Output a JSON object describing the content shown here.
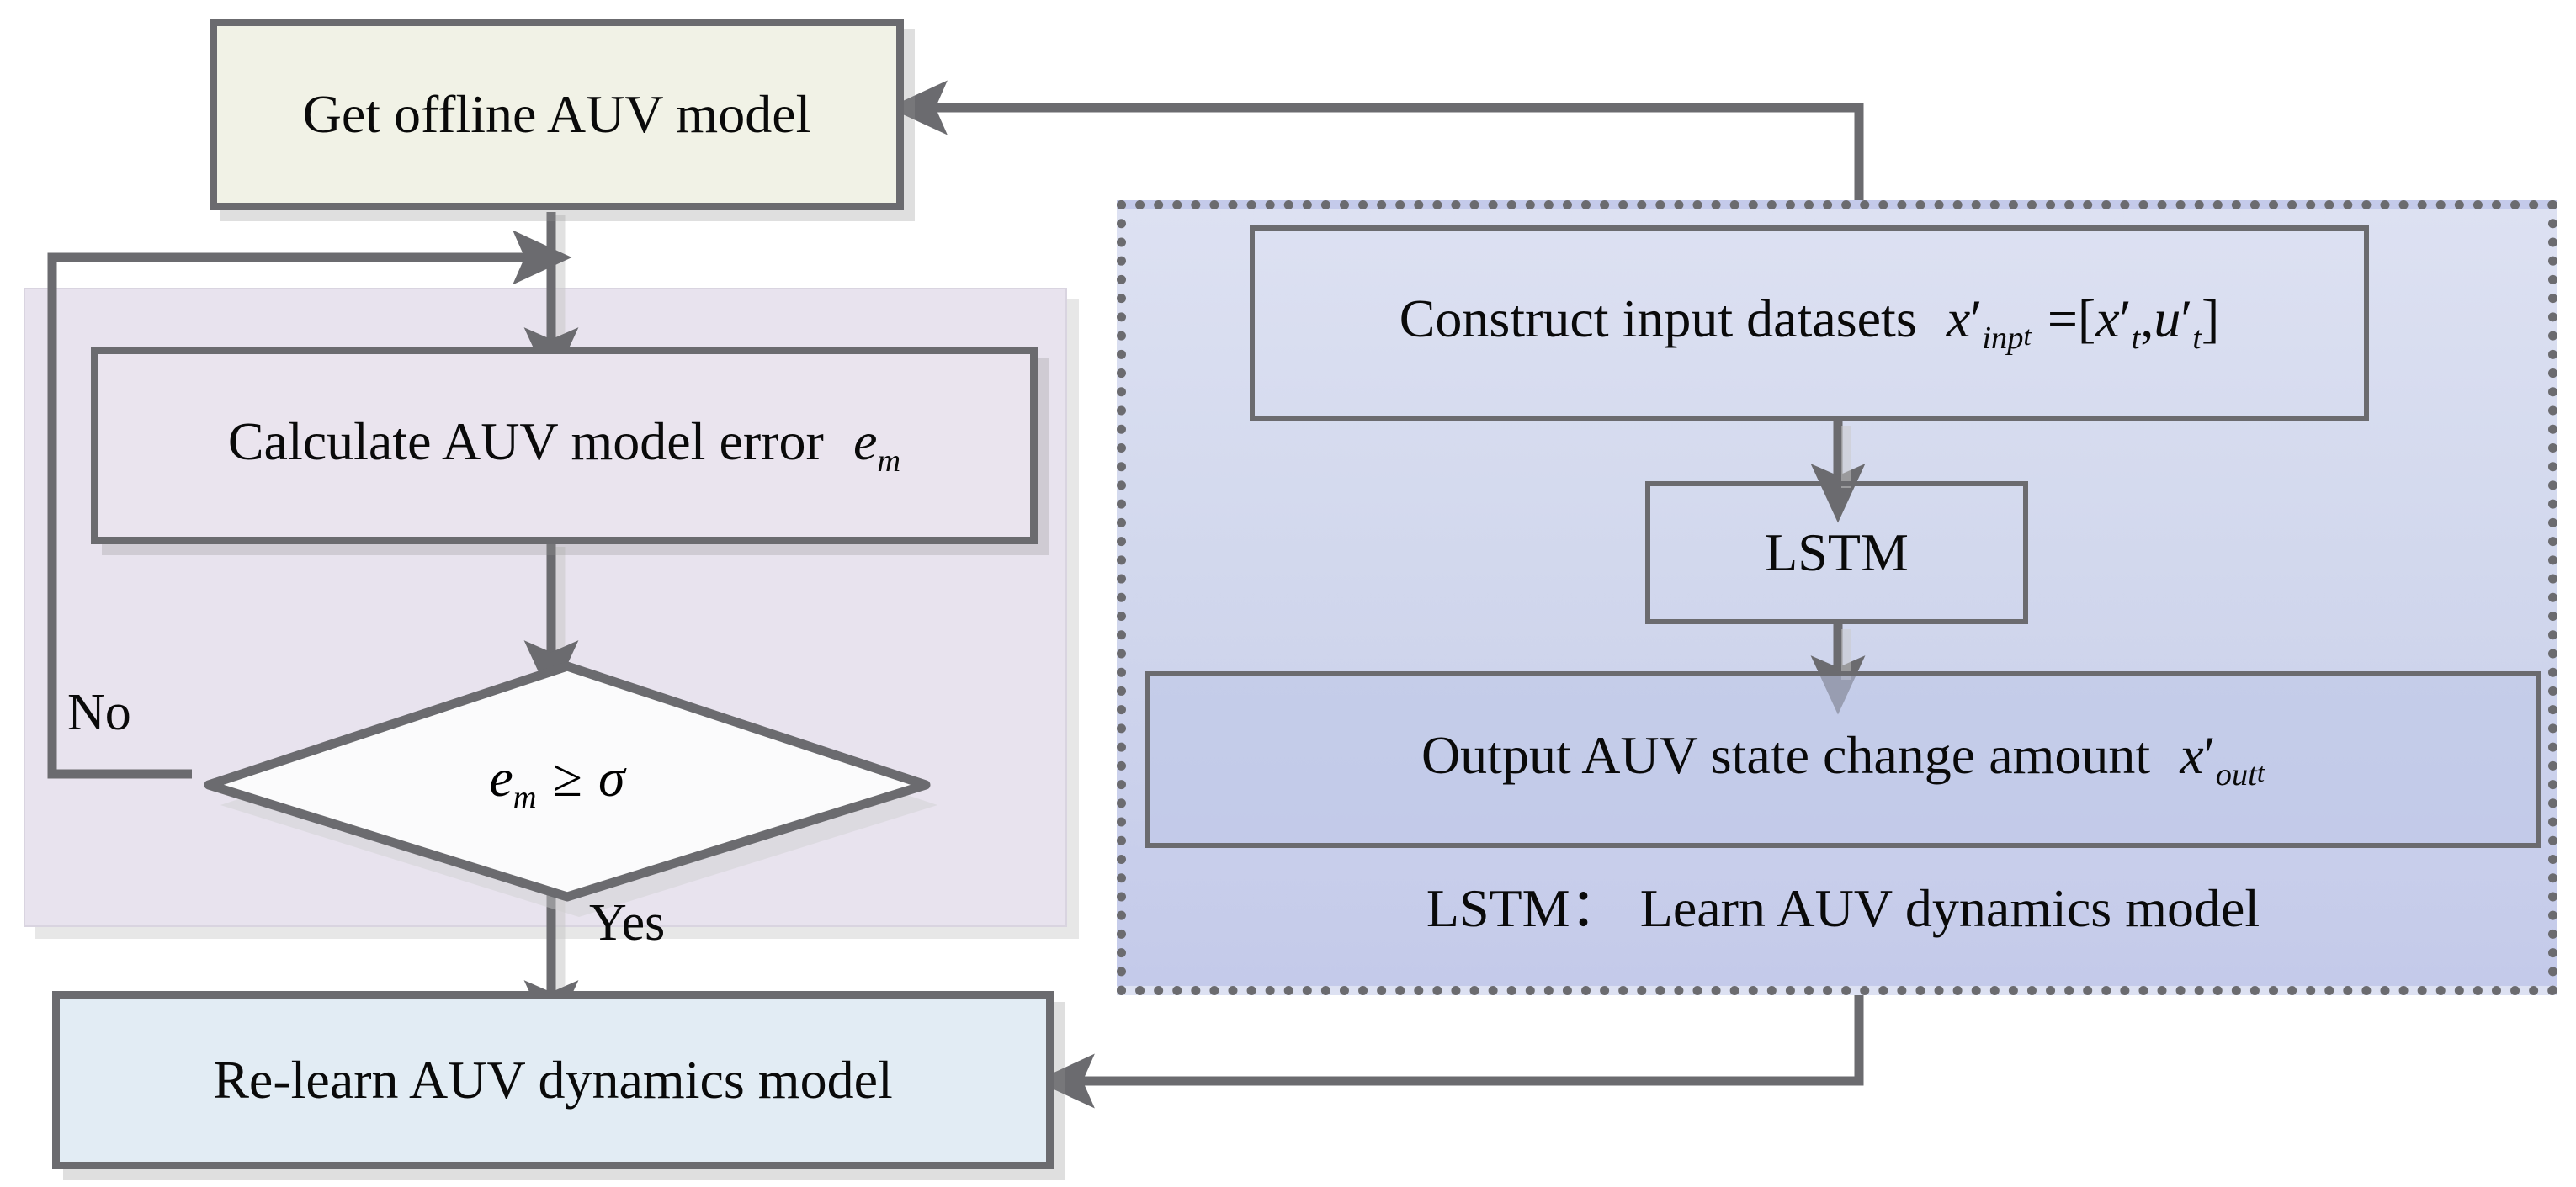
{
  "diagram": {
    "title": "AUV online model re-learning flowchart",
    "colors": {
      "border_grey": "#6b6b6f",
      "box_olive": "#f1f2e6",
      "box_lightblue": "#e2ecf4",
      "panel_purple": "#e8e3ee",
      "panel_blue_top": "#dde1f2",
      "panel_blue_bottom": "#c4caea",
      "diamond_fill": "#ffffff",
      "text": "#0a0a0a"
    }
  },
  "nodes": {
    "get_offline_model": {
      "label": "Get offline AUV model"
    },
    "calculate_error": {
      "label_prefix": "Calculate AUV model error",
      "symbol_base": "e",
      "symbol_sub": "m"
    },
    "decision": {
      "lhs": "e",
      "lhs_sub": "m",
      "operator": "≥",
      "rhs": "σ",
      "branch_no": "No",
      "branch_yes": "Yes"
    },
    "relearn_model": {
      "label": "Re-learn AUV dynamics model"
    },
    "construct_inputs": {
      "label_prefix": "Construct input datasets",
      "formula_lhs_base": "x",
      "formula_lhs_prime": "′",
      "formula_lhs_sub": "inp",
      "formula_lhs_subsub": "t",
      "formula_eq": "=",
      "formula_open": "[",
      "formula_x_base": "x",
      "formula_x_prime": "′",
      "formula_x_sub": "t",
      "formula_comma": ",",
      "formula_u_base": "u",
      "formula_u_prime": "′",
      "formula_u_sub": "t",
      "formula_close": "]"
    },
    "lstm_cell": {
      "label": "LSTM"
    },
    "output_state": {
      "label_prefix": "Output AUV state change amount",
      "symbol_base": "x",
      "symbol_prime": "′",
      "symbol_sub": "out",
      "symbol_subsub": "t"
    },
    "lstm_caption": {
      "name": "LSTM",
      "separator": "：",
      "description": "Learn AUV dynamics model"
    }
  },
  "edges": [
    {
      "name": "offline-model-to-error",
      "from": "get_offline_model",
      "to": "calculate_error",
      "label": ""
    },
    {
      "name": "error-to-decision",
      "from": "calculate_error",
      "to": "decision",
      "label": ""
    },
    {
      "name": "decision-no-loopback",
      "from": "decision",
      "to": "calculate_error",
      "label": "No"
    },
    {
      "name": "decision-yes-to-relearn",
      "from": "decision",
      "to": "relearn_model",
      "label": "Yes"
    },
    {
      "name": "construct-to-lstm",
      "from": "construct_inputs",
      "to": "lstm_cell",
      "label": ""
    },
    {
      "name": "lstm-to-output",
      "from": "lstm_cell",
      "to": "output_state",
      "label": ""
    },
    {
      "name": "lstm-panel-to-offline-model",
      "from": "lstm_panel",
      "to": "get_offline_model",
      "label": ""
    },
    {
      "name": "lstm-panel-to-relearn",
      "from": "lstm_panel",
      "to": "relearn_model",
      "label": ""
    }
  ]
}
